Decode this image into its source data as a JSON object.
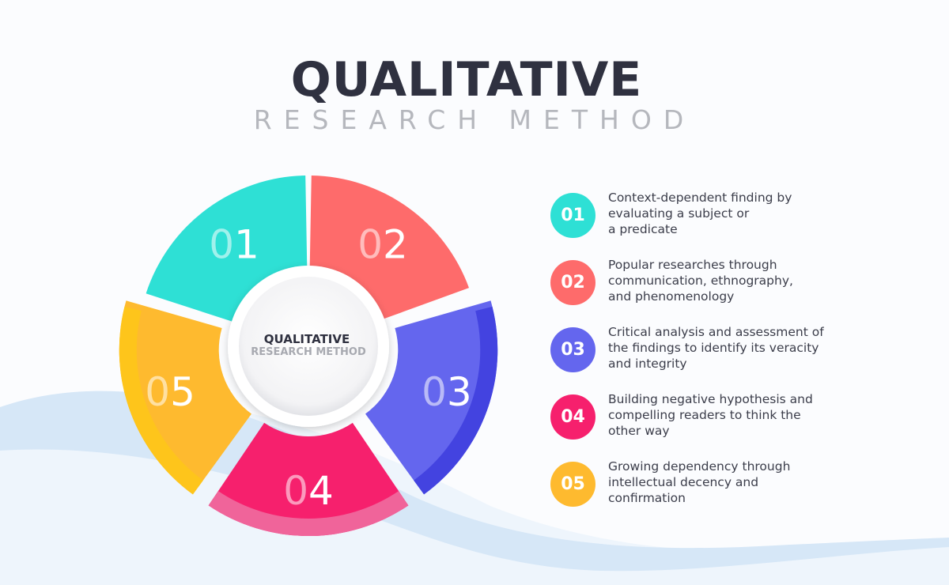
{
  "header": {
    "title": "QUALITATIVE",
    "subtitle": "RESEARCH METHOD"
  },
  "center": {
    "title": "QUALITATIVE",
    "subtitle": "RESEARCH METHOD"
  },
  "segments": [
    {
      "digit_a": "0",
      "digit_b": "1",
      "color": "#2ee0d5",
      "dark": "#20c9bf"
    },
    {
      "digit_a": "0",
      "digit_b": "2",
      "color": "#fe6b6b",
      "dark": "#ef5a5a"
    },
    {
      "digit_a": "0",
      "digit_b": "3",
      "color": "#6466ee",
      "dark": "#4343e0"
    },
    {
      "digit_a": "0",
      "digit_b": "4",
      "color": "#f6206d",
      "dark": "#f0649a"
    },
    {
      "digit_a": "0",
      "digit_b": "5",
      "color": "#feba2f",
      "dark": "#fec51b"
    }
  ],
  "legend": [
    {
      "number": "01",
      "lines": [
        "Context-dependent finding by",
        "evaluating a subject or",
        "a predicate"
      ],
      "color": "#2ee0d5"
    },
    {
      "number": "02",
      "lines": [
        "Popular researches through",
        "communication, ethnography,",
        "and phenomenology"
      ],
      "color": "#fe6b6b"
    },
    {
      "number": "03",
      "lines": [
        "Critical analysis and assessment of",
        "the findings to identify its veracity",
        "and integrity"
      ],
      "color": "#6466ee"
    },
    {
      "number": "04",
      "lines": [
        "Building negative hypothesis and",
        "compelling readers to think the",
        "other way"
      ],
      "color": "#f6206d"
    },
    {
      "number": "05",
      "lines": [
        "Growing dependency through",
        "intellectual decency and",
        "confirmation"
      ],
      "color": "#feba2f"
    }
  ]
}
